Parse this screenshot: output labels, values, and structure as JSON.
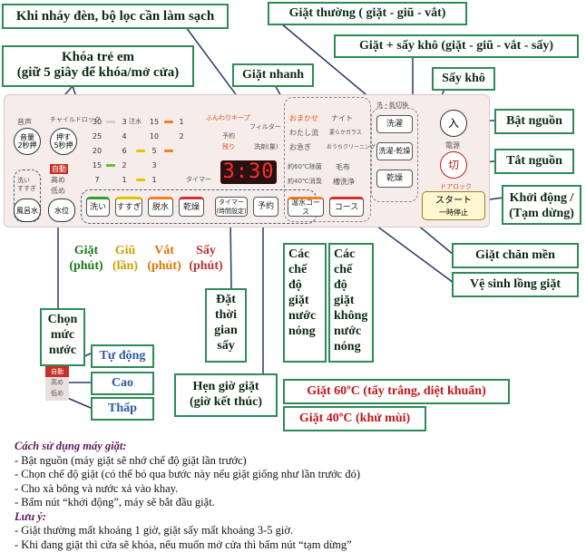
{
  "callouts": {
    "filter_warning": "Khi nháy đèn, bộ lọc cần làm sạch",
    "child_lock_line1": "Khóa trẻ em",
    "child_lock_line2": "(giữ 5 giây để khóa/mở cửa)",
    "normal_wash": "Giặt thường ( giặt - giũ - vắt)",
    "wash_dry": "Giặt + sấy khô (giặt - giũ - vắt - sấy)",
    "quick_wash": "Giặt nhanh",
    "dry_only": "Sấy khô",
    "power_on": "Bật nguồn",
    "power_off": "Tắt nguồn",
    "start_line1": "Khởi động /",
    "start_line2": "(Tạm dừng)",
    "blanket_wash": "Giặt chăn mền",
    "tub_clean": "Vệ sinh lồng giặt",
    "hot_water_modes": [
      "Các",
      "chế",
      "độ",
      "giặt",
      "nước",
      "nóng"
    ],
    "cold_water_modes": [
      "Các",
      "chế",
      "độ",
      "giặt",
      "không",
      "nước",
      "nóng"
    ],
    "water_level_line1": "Chọn",
    "water_level_line2": "mức",
    "water_level_line3": "nước",
    "level_auto": "Tự động",
    "level_high": "Cao",
    "level_low": "Thấp",
    "dry_time": [
      "Đặt",
      "thời",
      "gian",
      "sấy"
    ],
    "timer_line1": "Hẹn giờ giặt",
    "timer_line2": "(giờ kết thúc)",
    "wash_60": "Giặt 60ºC (tẩy trắng, diệt khuẩn)",
    "wash_40": "Giặt 40ºC (khử mùi)"
  },
  "buttons_under": {
    "wash_line1": "Giặt",
    "wash_line2": "(phút)",
    "rinse_line1": "Giũ",
    "rinse_line2": "(lần)",
    "spin_line1": "Vắt",
    "spin_line2": "(phút)",
    "dry_line1": "Sấy",
    "dry_line2": "(phút)"
  },
  "panel": {
    "sound_label": "音声",
    "child_lock_small": "チャイルドロック",
    "btn_timer_sound": "音量\n2秒押",
    "btn_hold_5s": "押す\n5秒押",
    "wash_rinse_label": "洗い\nすすぎ",
    "bath_water": "風呂水",
    "water_level": "水位",
    "level_options": [
      "自動",
      "高め",
      "低め"
    ],
    "grid_row1": [
      "30",
      "3",
      "15",
      "1"
    ],
    "grid_row2": [
      "25",
      "4",
      "10",
      "2"
    ],
    "grid_row3": [
      "20",
      "6",
      "5"
    ],
    "grid_row4": [
      "15",
      "2",
      "3"
    ],
    "grid_row5": [
      "7",
      "1",
      "1"
    ],
    "grid_labels": [
      "注水",
      "ふんわりキープ",
      "予約",
      "残り",
      "タイマー"
    ],
    "filter_label": "フィルター",
    "dry_finish": "洗剤(量)",
    "display": "3:30",
    "btn_wash": "洗い",
    "btn_rinse": "すすぎ",
    "btn_spin": "脱水",
    "btn_dry": "乾燥",
    "btn_timer": "タイマー\n(時間設定)",
    "btn_reserve": "予約",
    "modes_left": [
      "おまかせ",
      "わたし流",
      "お急ぎ",
      "約60℃除菌",
      "約40℃消臭"
    ],
    "modes_right": [
      "ナイト",
      "要らかガラス",
      "おうちクリーニング",
      "毛布",
      "槽洗浄"
    ],
    "btn_hot": "温水コース",
    "btn_course": "コース",
    "wash_dry_header": "洗・乾切換",
    "btn_normal": "洗濯",
    "btn_washdry": "洗濯-乾燥",
    "btn_dryonly": "乾燥",
    "btn_on": "入",
    "power_label": "電源",
    "btn_off": "切",
    "door_lock": "ドアロック",
    "btn_start_line1": "スタート",
    "btn_start_line2": "一時停止"
  },
  "notes": {
    "heading_usage": "Cách sử dụng máy giặt:",
    "usage": [
      "- Bật nguồn (máy giặt sẽ nhớ chế độ giặt lần trước)",
      "- Chọn chế độ giặt (có thể bỏ qua bước này nếu giặt giống như lần trước đó)",
      "- Cho xà bông và nước xả vào khay.",
      "- Bấm nút “khởi động”, máy sẽ bắt đầu giặt."
    ],
    "heading_note": "Lưu ý:",
    "note_items": [
      "- Giặt thường mất khoảng 1 giờ, giặt sấy mất khoảng 3-5 giờ.",
      "- Khi đang giặt thì cửa sẽ khóa, nếu muốn mở cửa thì bấm nút “tạm dừng”"
    ]
  },
  "colors": {
    "callout_border": "#2e8b57",
    "wash_color": "#1a7a1a",
    "rinse_color": "#c8a000",
    "spin_color": "#e07800",
    "dry_color": "#c03030",
    "level_blue": "#2b5b9b",
    "red_callout": "#c01818",
    "display_red": "#e02020"
  }
}
